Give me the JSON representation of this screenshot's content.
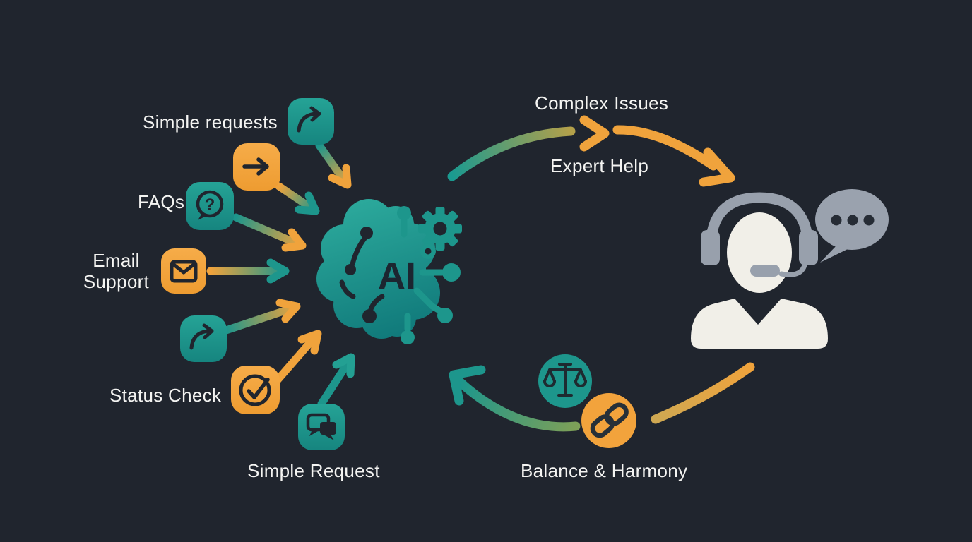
{
  "canvas": {
    "background": "#20252e"
  },
  "colors": {
    "teal": "#1d968c",
    "orange": "#f2a33c",
    "label_text": "#f4f4f2",
    "headset_gray": "#98a0ac",
    "bubble_gray": "#9aa2ae",
    "person_cream": "#f1efe8",
    "glyph_dark": "#20252e"
  },
  "labels": {
    "simple_requests": "Simple requests",
    "faqs": "FAQs",
    "email_support": "Email Support",
    "status_check": "Status Check",
    "simple_request": "Simple Request",
    "complex_issues": "Complex Issues",
    "expert_help": "Expert Help",
    "balance_harmony": "Balance & Harmony",
    "ai_core": "AI"
  },
  "icons": [
    {
      "name": "share-arrow-icon",
      "tile": "teal"
    },
    {
      "name": "right-arrow-icon",
      "tile": "orange"
    },
    {
      "name": "question-bubble-icon",
      "tile": "teal"
    },
    {
      "name": "envelope-icon",
      "tile": "orange"
    },
    {
      "name": "share-arrow-icon",
      "tile": "teal"
    },
    {
      "name": "check-circle-icon",
      "tile": "orange"
    },
    {
      "name": "chat-bubbles-icon",
      "tile": "teal"
    },
    {
      "name": "ai-brain-icon",
      "tile": "teal"
    },
    {
      "name": "gear-icon",
      "tile": "teal"
    },
    {
      "name": "support-agent-icon",
      "tile": "cream"
    },
    {
      "name": "speech-bubble-icon",
      "tile": "gray"
    },
    {
      "name": "balance-scale-icon",
      "tile": "teal"
    },
    {
      "name": "chain-link-icon",
      "tile": "orange"
    }
  ]
}
